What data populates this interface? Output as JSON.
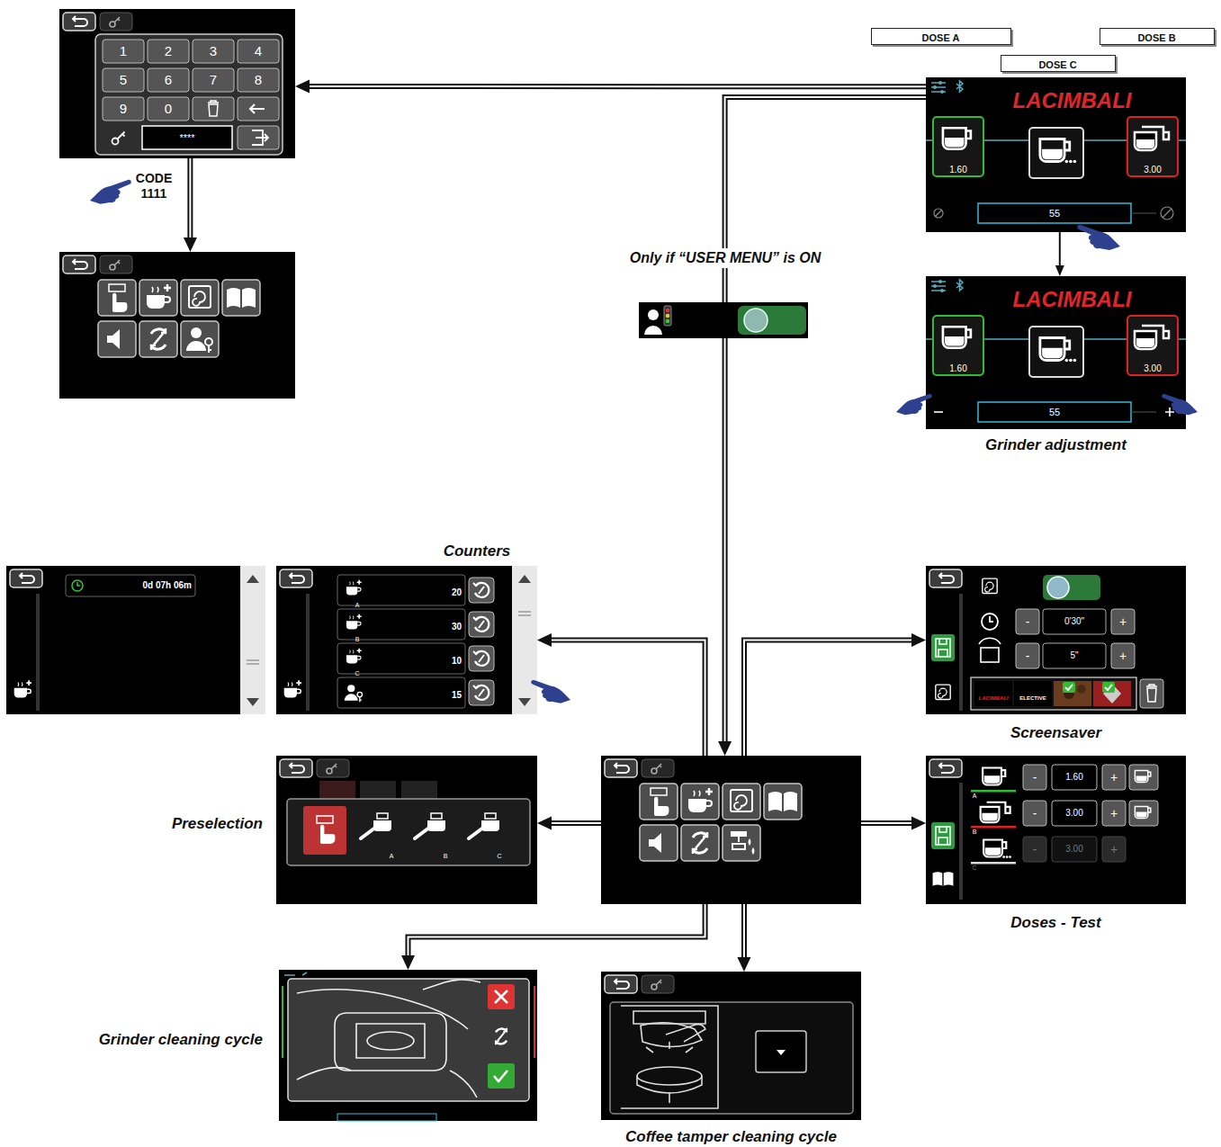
{
  "diagram": {
    "nodes": [
      {
        "text": [
          "1",
          "2",
          "3",
          "4",
          "5",
          "6",
          "7",
          "8",
          "9",
          "0",
          "****"
        ]
      },
      {
        "text": [
          "DOSE A"
        ]
      },
      {
        "text": [
          "DOSE B"
        ]
      },
      {
        "text": [
          "DOSE C"
        ]
      },
      {
        "text": [
          "LACIMBALI",
          "1.60",
          "3.00",
          "55"
        ]
      },
      {
        "text": []
      },
      {
        "text": [
          "LACIMBALI",
          "1.60",
          "3.00",
          "55",
          "Grinder adjustment"
        ]
      },
      {
        "text": [
          "0d 07h 06m"
        ]
      },
      {
        "text": [
          "Counters",
          "A",
          "20",
          "B",
          "30",
          "C",
          "10",
          "15"
        ]
      },
      {
        "text": [
          "-",
          "0'30\"",
          "+",
          "-",
          "5\"",
          "+",
          "LACIMBALI",
          "ELECTIVE",
          "Screensaver"
        ]
      },
      {
        "text": [
          "A",
          "B",
          "C",
          "Preselection"
        ]
      },
      {
        "text": []
      },
      {
        "text": [
          "-",
          "1.60",
          "+",
          "A",
          "-",
          "3.00",
          "+",
          "B",
          "-",
          "3.00",
          "+",
          "C",
          "Doses - Test"
        ]
      },
      {
        "text": [
          "Grinder cleaning cycle"
        ]
      },
      {
        "text": [
          "Coffee tamper cleaning cycle"
        ]
      }
    ],
    "edges": [
      {
        "from": 4,
        "to": 0,
        "arrow": "to"
      },
      {
        "from": 0,
        "to": 5,
        "label": "CODE 1111",
        "arrow": "to"
      },
      {
        "from": 4,
        "to": 6,
        "arrow": "to"
      },
      {
        "from": 4,
        "to": 11,
        "label": "Only if “USER MENU” is ON",
        "arrow": "to"
      },
      {
        "from": 11,
        "to": 8,
        "arrow": "to"
      },
      {
        "from": 11,
        "to": 9,
        "arrow": "to"
      },
      {
        "from": 11,
        "to": 10,
        "arrow": "to"
      },
      {
        "from": 11,
        "to": 12,
        "arrow": "to"
      },
      {
        "from": 11,
        "to": 13,
        "arrow": "to"
      },
      {
        "from": 11,
        "to": 14,
        "arrow": "to"
      }
    ]
  }
}
